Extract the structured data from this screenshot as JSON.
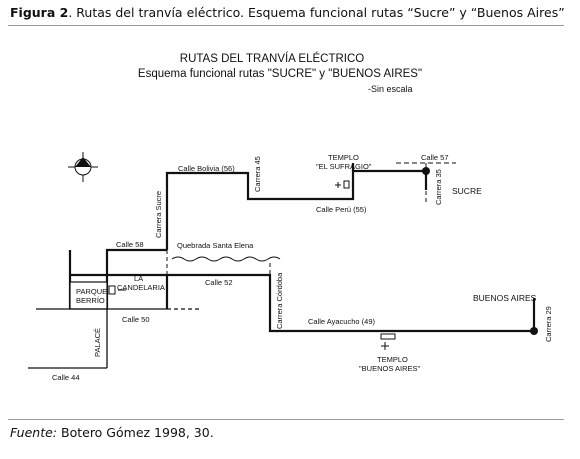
{
  "caption": {
    "label": "Figura 2",
    "text": ". Rutas del tranvía eléctrico. Esquema funcional rutas “Sucre” y “Buenos Aires”"
  },
  "diagram": {
    "title": "RUTAS DEL TRANVÍA ELÉCTRICO",
    "subtitle": "Esquema funcional rutas \"SUCRE\" y \"BUENOS AIRES\"",
    "scale_note": "-Sin escala",
    "labels": {
      "calle_bolivia": "Calle Bolivia (56)",
      "carrera_45": "Carrera 45",
      "templo_line1": "TEMPLO",
      "templo_line2": "\"EL SUFRAGIO\"",
      "calle_57": "Calle 57",
      "carrera_35": "Carrera 35",
      "sucre": "SUCRE",
      "calle_peru": "Calle Perú (55)",
      "carrera_sucre": "Carrera Sucre",
      "calle_58": "Calle 58",
      "quebrada": "Quebrada Santa Elena",
      "calle_52": "Calle 52",
      "parque_line1": "PARQUE",
      "parque_line2": "BERRÍO",
      "candelaria_line1": "LA",
      "candelaria_line2": "CANDELARIA",
      "calle_50": "Calle 50",
      "palace": "PALACÉ",
      "calle_44": "Calle 44",
      "carrera_cordoba": "Carrera Córdoba",
      "calle_ayacucho": "Calle Ayacucho (49)",
      "templo_ba_line1": "TEMPLO",
      "templo_ba_line2": "\"BUENOS AIRES\"",
      "buenos_aires": "BUENOS AIRES",
      "carrera_29": "Carrera 29"
    }
  },
  "source": {
    "label": "Fuente:",
    "text": " Botero Gómez 1998, 30."
  }
}
